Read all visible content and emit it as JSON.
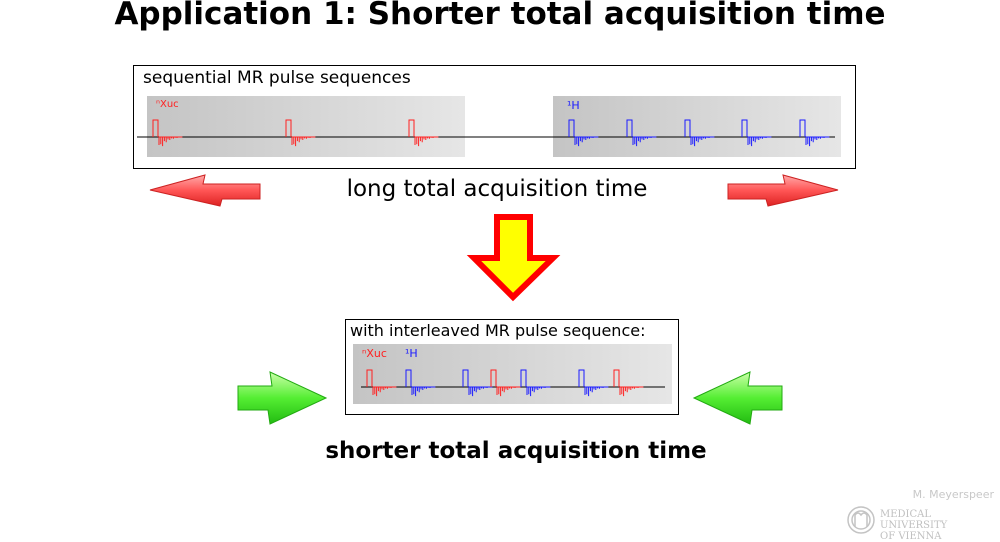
{
  "title": "Application 1: Shorter total acquisition time",
  "sequential_box": {
    "label": "sequential MR pulse sequences",
    "xnuc_label": "ⁿXuc",
    "h_label": "¹H"
  },
  "long_text": "long total acquisition time",
  "interleaved_box": {
    "label": "with interleaved MR pulse sequence:",
    "xnuc_label": "ⁿXuc",
    "h_label": "¹H"
  },
  "short_text": "shorter total acquisition time",
  "author": "M. Meyerspeer",
  "logo": {
    "line1": "MEDICAL UNIVERSITY",
    "line2": "OF VIENNA"
  },
  "colors": {
    "xnuc": "#ff2020",
    "h": "#1a1aff",
    "red_arrow": "#ff4444",
    "yellow_arrow": "#ffff00",
    "green_arrow": "#44ee22"
  }
}
